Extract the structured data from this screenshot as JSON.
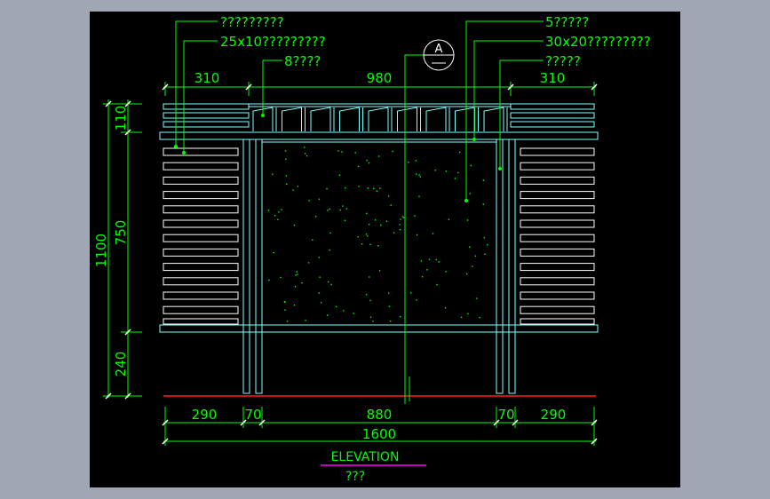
{
  "drawing": {
    "notes": {
      "note1": "?????????",
      "note2": "25x10?????????",
      "note3": "8????",
      "note4": "5?????",
      "note5": "30x20?????????",
      "note6": "?????"
    },
    "section_marker": "A",
    "dimensions": {
      "top_left": "310",
      "top_mid": "980",
      "top_right": "310",
      "left_total": "1100",
      "left_top": "110",
      "left_mid": "750",
      "left_bottom": "240",
      "bottom_290a": "290",
      "bottom_70a": "70",
      "bottom_880": "880",
      "bottom_70b": "70",
      "bottom_290b": "290",
      "bottom_total": "1600"
    },
    "title": "ELEVATION",
    "subtitle": "???"
  },
  "colors": {
    "viewport_bg": "#000000",
    "frame_bg": "#a0a6b3",
    "geometry": "#7fffff",
    "dims": "#00ff00",
    "leaders": "#00ff00",
    "ground": "#ff2020",
    "title_underline": "#ff00ff",
    "white": "#ffffff"
  }
}
